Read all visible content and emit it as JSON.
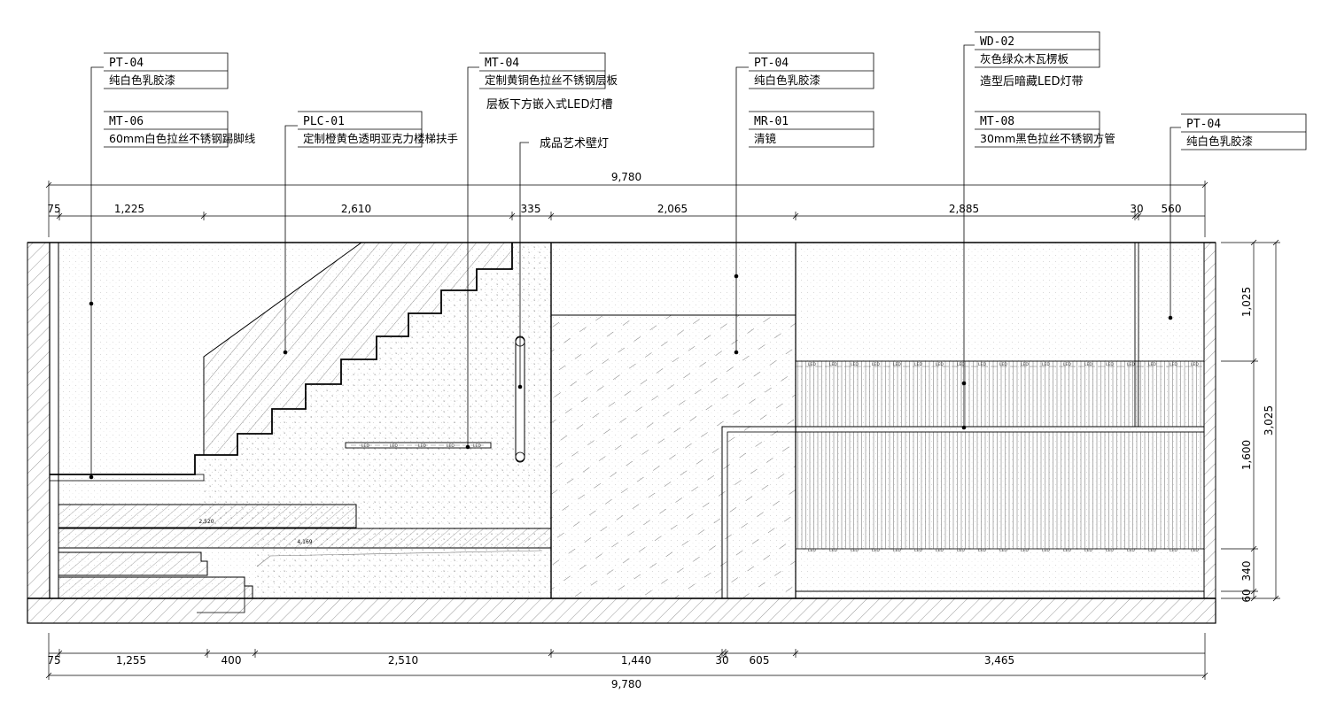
{
  "callouts": [
    {
      "id": "pt04-left",
      "code": "PT-04",
      "desc": "纯白色乳胶漆"
    },
    {
      "id": "mt06",
      "code": "MT-06",
      "desc": "60mm白色拉丝不锈钢踢脚线"
    },
    {
      "id": "plc01",
      "code": "PLC-01",
      "desc": "定制橙黄色透明亚克力楼梯扶手"
    },
    {
      "id": "mt04",
      "code": "MT-04",
      "desc": "定制黄铜色拉丝不锈钢层板"
    },
    {
      "id": "pt04-mid",
      "code": "PT-04",
      "desc": "纯白色乳胶漆"
    },
    {
      "id": "mr01",
      "code": "MR-01",
      "desc": "清镜"
    },
    {
      "id": "wd02",
      "code": "WD-02",
      "desc": "灰色绿众木瓦楞板"
    },
    {
      "id": "mt08",
      "code": "MT-08",
      "desc": "30mm黑色拉丝不锈钢方管"
    },
    {
      "id": "pt04-right",
      "code": "PT-04",
      "desc": "纯白色乳胶漆"
    }
  ],
  "notes": {
    "shelf_led": "层板下方嵌入式LED灯槽",
    "wall_lamp": "成品艺术壁灯",
    "hidden_led": "造型后暗藏LED灯带"
  },
  "dimensions": {
    "overall_top": "9,780",
    "top_segments": [
      "75",
      "1,225",
      "2,610",
      "335",
      "2,065",
      "2,885",
      "30",
      "560"
    ],
    "overall_bottom": "9,780",
    "bottom_segments": [
      "75",
      "1,255",
      "400",
      "2,510",
      "1,440",
      "30",
      "605",
      "3,465"
    ],
    "right_segments": [
      "1,025",
      "1,600",
      "340",
      "60"
    ],
    "right_overall": "3,025"
  },
  "bench_labels": {
    "upper": "2,520",
    "lower": "4,169"
  },
  "led_label": "LED"
}
